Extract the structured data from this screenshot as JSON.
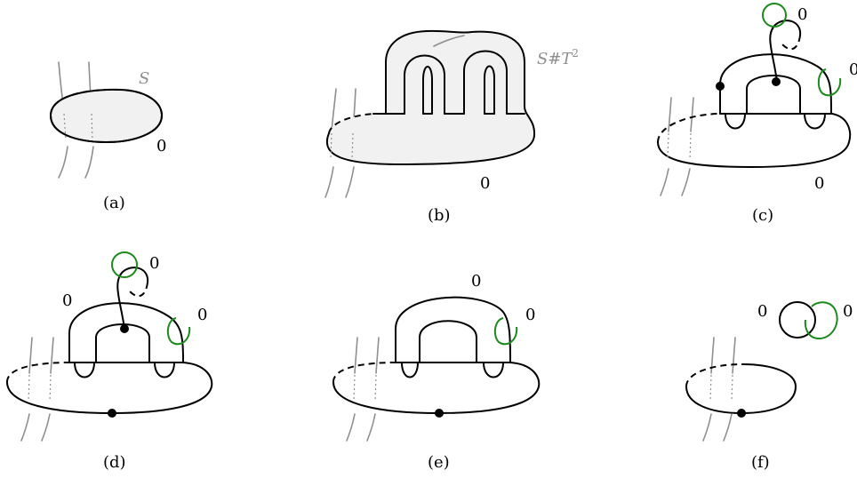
{
  "colors": {
    "ink": "#000000",
    "gray_strands": "#8f8f8f",
    "green_components": "#1a8a1a",
    "surface_fill": "#f1f1f1"
  },
  "panels": {
    "a": {
      "caption": "(a)",
      "surface_label": "S",
      "framing": "0"
    },
    "b": {
      "caption": "(b)",
      "surface_label": "S#T",
      "surface_label_exp": "2",
      "framing": "0"
    },
    "c": {
      "caption": "(c)",
      "framing": "0",
      "green_top": "0",
      "green_right": "0"
    },
    "d": {
      "caption": "(d)",
      "framing_arc": "0",
      "green_top": "0",
      "green_right": "0"
    },
    "e": {
      "caption": "(e)",
      "framing_arc": "0",
      "green_right": "0"
    },
    "f": {
      "caption": "(f)",
      "black_framing": "0",
      "green_framing": "0"
    }
  }
}
